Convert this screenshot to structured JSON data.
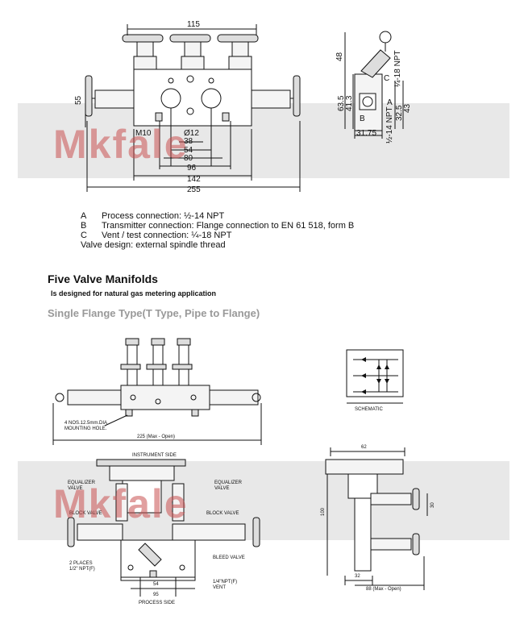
{
  "watermark": "Mkfale",
  "top_drawing": {
    "dims": {
      "d115": "115",
      "d55": "55",
      "m10": "M10",
      "d12": "Ø12",
      "d38": "38",
      "d54": "54",
      "d80": "80",
      "d96": "96",
      "d142": "142",
      "d255": "255",
      "d48": "48",
      "d635": "63.5",
      "d413": "41.3",
      "d325": "32.5",
      "d43": "43",
      "d3175": "31.75",
      "npt14": "¼-18 NPT",
      "npt12": "½-14 NPT"
    },
    "labels": {
      "a": "A",
      "b": "B",
      "c": "C"
    }
  },
  "legend": [
    {
      "key": "A",
      "text": "Process connection: ½-14 NPT"
    },
    {
      "key": "B",
      "text": "Transmitter connection: Flange connection to EN 61 518, form B"
    },
    {
      "key": "C",
      "text": "Vent / test connection: ¼-18 NPT"
    },
    {
      "key": "",
      "text": "Valve design: external spindle thread"
    }
  ],
  "headings": {
    "title": "Five Valve Manifolds",
    "subtitle": "Is designed for natural gas metering application",
    "type": "Single Flange Type(T Type, Pipe to Flange)"
  },
  "bottom_drawing": {
    "mounting": "4 NOS.12.5mm.DIA",
    "mounting2": "MOUNTING HOLE.",
    "d225": "225 (Max - Open)",
    "schematic": "SCHEMATIC",
    "instrument_side": "INSTRUMENT SIDE",
    "equalizer_l": "EQUALIZER",
    "equalizer_l2": "VALVE",
    "equalizer_r": "EQUALIZER",
    "equalizer_r2": "VALVE",
    "block_l": "BLOCK VALVE",
    "block_r": "BLOCK VALVE",
    "places": "2 PLACES",
    "places2": "1/2\" NPT(F)",
    "bleed": "BLEED VALVE",
    "d54": "54",
    "d95": "95",
    "vent": "1/4\"NPT(F)",
    "vent2": "VENT",
    "process_side": "PROCESS SIDE",
    "d62": "62",
    "d100": "100",
    "d30": "30",
    "d32": "32",
    "d88": "88 (Max - Open)"
  }
}
